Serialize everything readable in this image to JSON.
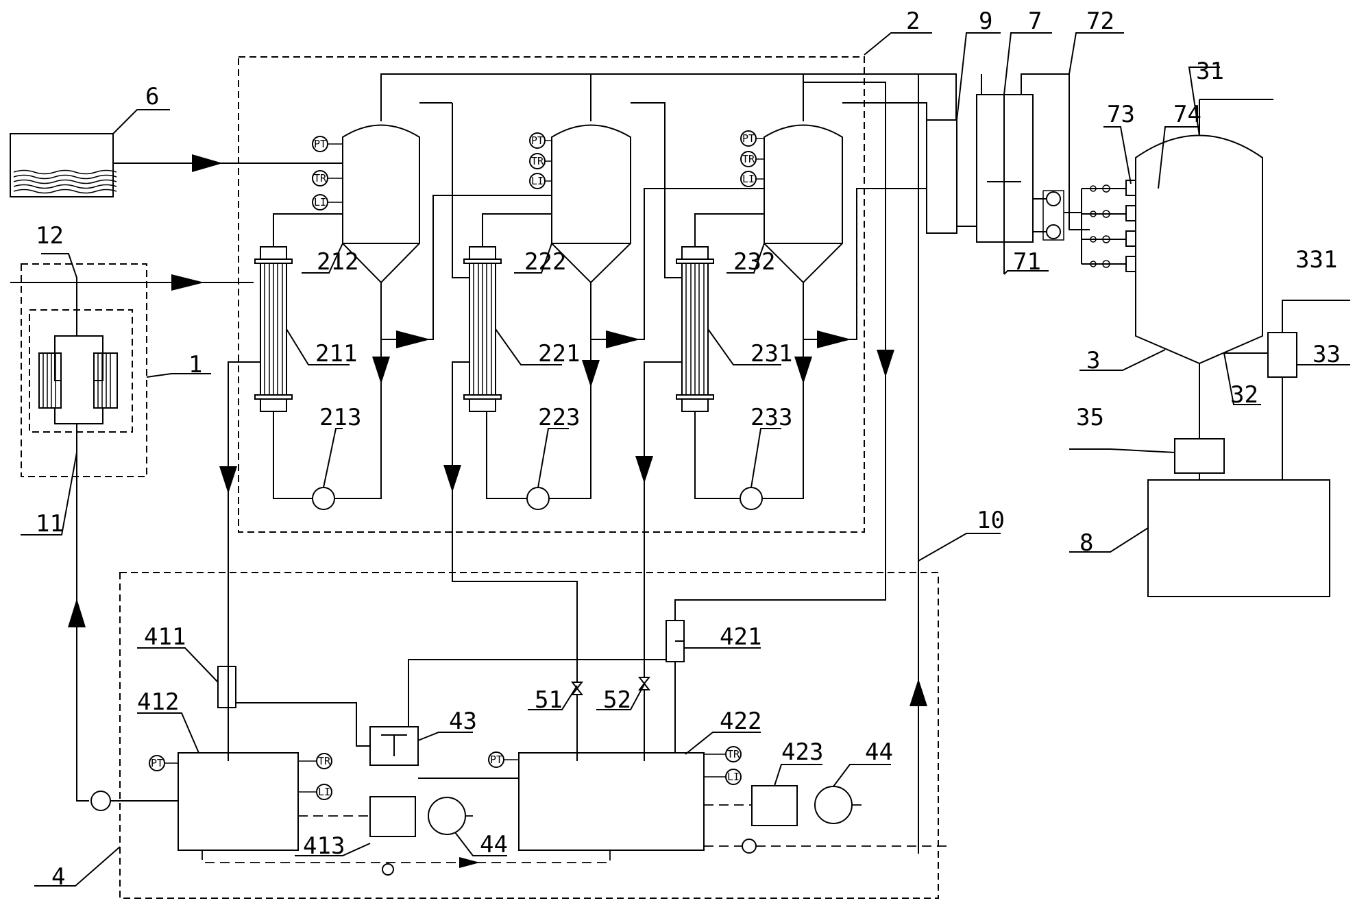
{
  "labels": {
    "l1": "1",
    "l2": "2",
    "l3": "3",
    "l4": "4",
    "l6": "6",
    "l7": "7",
    "l8": "8",
    "l9": "9",
    "l10": "10",
    "l11": "11",
    "l12": "12",
    "l31": "31",
    "l32": "32",
    "l33": "33",
    "l331": "331",
    "l35": "35",
    "l43": "43",
    "l44a": "44",
    "l44b": "44",
    "l51": "51",
    "l52": "52",
    "l71": "71",
    "l72": "72",
    "l73": "73",
    "l74": "74",
    "l211": "211",
    "l212": "212",
    "l213": "213",
    "l221": "221",
    "l222": "222",
    "l223": "223",
    "l231": "231",
    "l232": "232",
    "l233": "233",
    "l411": "411",
    "l412": "412",
    "l413": "413",
    "l421": "421",
    "l422": "422",
    "l423": "423"
  },
  "instrument_tags": {
    "pressure": "PT",
    "temperature": "TR",
    "level": "LI"
  }
}
